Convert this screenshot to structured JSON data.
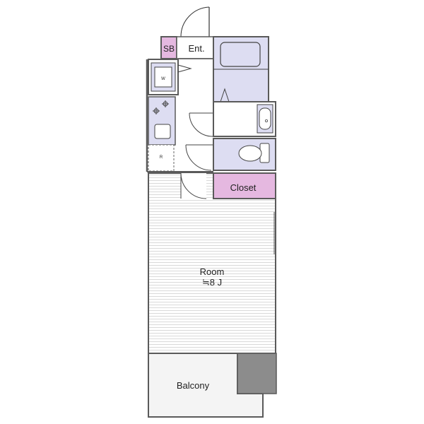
{
  "labels": {
    "shoe_box": "SB",
    "entrance": "Ent.",
    "washer": "W",
    "fridge": "R",
    "closet": "Closet",
    "room_name": "Room",
    "room_size": "≒8 J",
    "balcony": "Balcony"
  },
  "colors": {
    "wall": "#5a5a5a",
    "shoe_box_fill": "#e5b8e0",
    "closet_fill": "#e5b8e0",
    "wet_area_fill": "#ddddf2",
    "kitchen_fill": "#ddddf2",
    "room_fill": "#ffffff",
    "floor_line": "#d0d0d0",
    "balcony_fill": "#f4f4f4",
    "dark_block": "#8c8c8c"
  }
}
